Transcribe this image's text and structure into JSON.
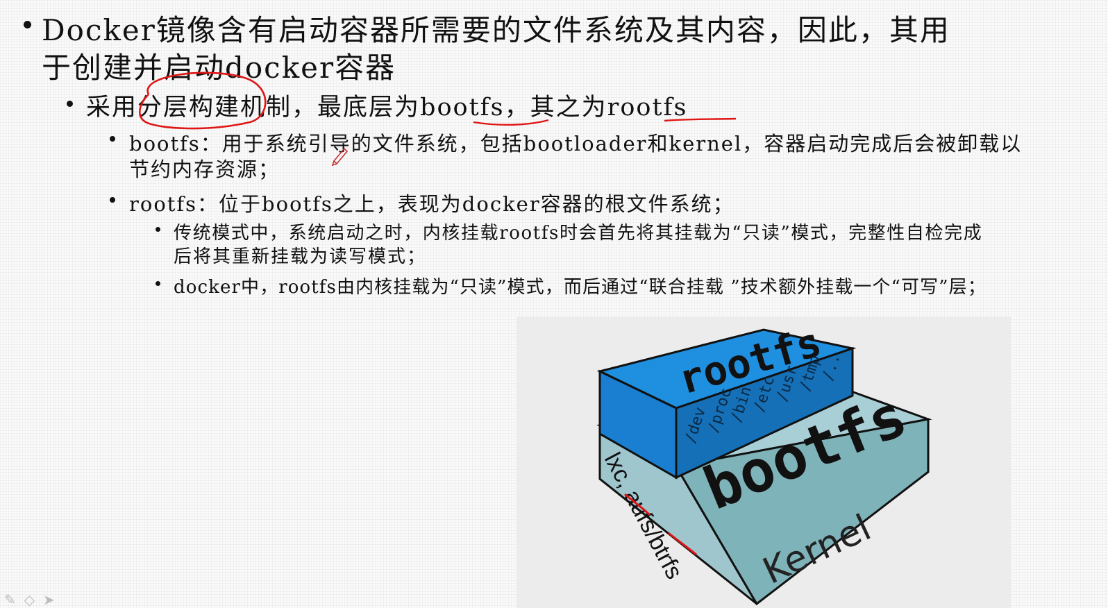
{
  "slide": {
    "heading": {
      "line1": "Docker镜像含有启动容器所需要的文件系统及其内容，因此，其用",
      "line2": "于创建并启动docker容器"
    },
    "level2": {
      "line1_pre": "采用",
      "line1_circled": "分层构建",
      "line1_mid": "机制，最底层为",
      "line1_bootfs": "bootfs",
      "line1_sep": "，其之为",
      "line1_rootfs": "rootfs"
    },
    "level3": [
      {
        "line1": "bootfs：用于系统引导的文件系统，包括bootloader和kernel，容器启动完成后会被卸载以",
        "line2": "节约内存资源；"
      },
      {
        "line1": "rootfs：位于bootfs之上，表现为docker容器的根文件系统；"
      }
    ],
    "level4": [
      {
        "line1": "传统模式中，系统启动之时，内核挂载rootfs时会首先将其挂载为“只读”模式，完整性自检完成",
        "line2": "后将其重新挂载为读写模式；"
      },
      {
        "line1": "docker中，rootfs由内核挂载为“只读”模式，而后通过“联合挂载 ”技术额外挂载一个“可写”层；"
      }
    ]
  },
  "figure": {
    "rootfs_label": "rootfs",
    "bootfs_label": "bootfs",
    "kernel_label": "Kernel",
    "fs_types_label": "lxc, aufs/btrfs",
    "dirs": [
      "dev",
      "proc",
      "bin",
      "etc",
      "usr",
      "tmp",
      ".."
    ],
    "colors": {
      "rootfs_top": "#1f8fe0",
      "rootfs_front": "#1a7fd0",
      "rootfs_side": "#1570b8",
      "bootfs_top": "#a9cfd6",
      "bootfs_front": "#7fb3ba",
      "bootfs_left": "#9fc6cc",
      "panel_bg": "#ececec"
    }
  },
  "annotations": {
    "ink_color": "#e01515"
  },
  "toolbar": {
    "icons": [
      "pen-icon",
      "eraser-icon",
      "pointer-icon"
    ]
  }
}
